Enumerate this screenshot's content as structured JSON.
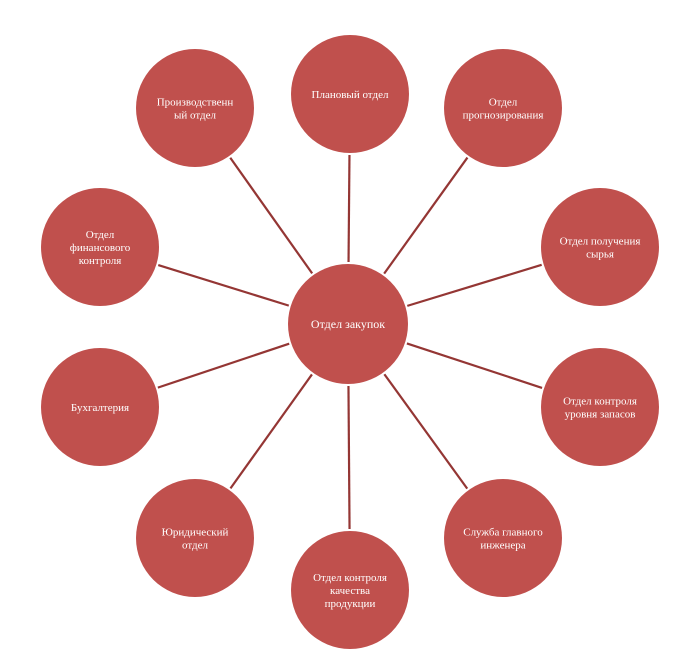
{
  "diagram": {
    "center": {
      "lines": [
        "Отдел закупок"
      ]
    },
    "nodes": [
      {
        "id": "planning",
        "lines": [
          "Плановый отдел"
        ]
      },
      {
        "id": "forecasting",
        "lines": [
          "Отдел",
          "прогнозирования"
        ]
      },
      {
        "id": "raw-materials",
        "lines": [
          "Отдел получения",
          "сырья"
        ]
      },
      {
        "id": "inventory-control",
        "lines": [
          "Отдел контроля",
          "уровня запасов"
        ]
      },
      {
        "id": "chief-engineer",
        "lines": [
          "Служба главного",
          "инженера"
        ]
      },
      {
        "id": "quality-control",
        "lines": [
          "Отдел контроля",
          "качества",
          "продукции"
        ]
      },
      {
        "id": "legal",
        "lines": [
          "Юридический",
          "отдел"
        ]
      },
      {
        "id": "accounting",
        "lines": [
          "Бухгалтерия"
        ]
      },
      {
        "id": "financial-control",
        "lines": [
          "Отдел",
          "финансового",
          "контроля"
        ]
      },
      {
        "id": "production",
        "lines": [
          "Производственн",
          "ый отдел"
        ]
      }
    ],
    "colors": {
      "node_fill": "#c0504d",
      "edge": "#943634",
      "text": "#ffffff"
    }
  }
}
